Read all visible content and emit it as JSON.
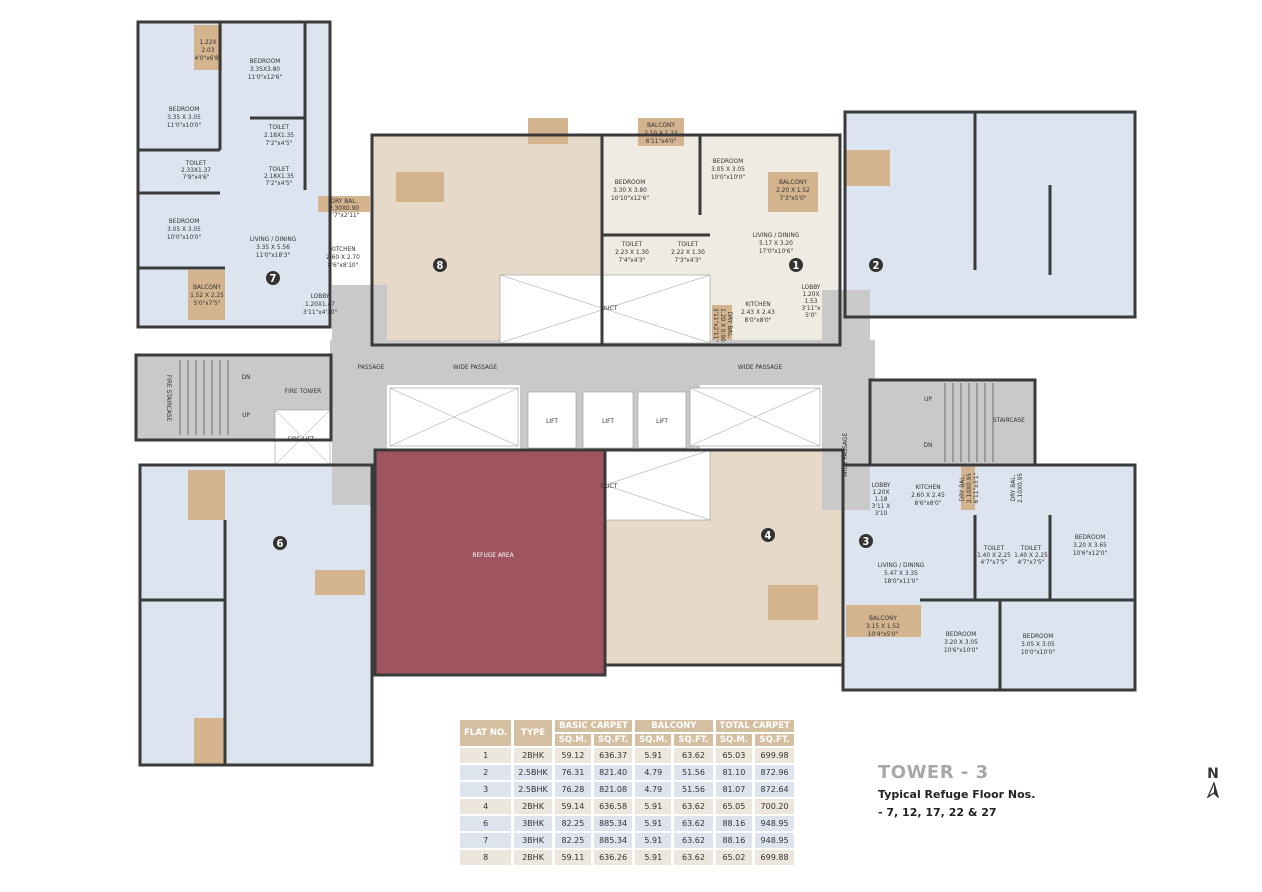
{
  "title": {
    "tower": "TOWER - 3",
    "subtitle": "Typical Refuge Floor Nos.",
    "floors": "- 7, 12, 17, 22 & 27"
  },
  "north": "N",
  "colors": {
    "blue_flat": "#dce5ef",
    "beige_flat": "#e6d9c8",
    "cream_flat": "#efebe3",
    "balcony": "#d3b48e",
    "passage": "#c9c9c9",
    "refuge": "#9e5560",
    "wall": "#3a3a3a"
  },
  "flats": {
    "f7": {
      "badge": "7",
      "store": [
        "1.22X",
        "2.03",
        "4'0\"x6'8\""
      ],
      "bed1": [
        "BEDROOM",
        "3.35X3.80",
        "11'0\"x12'6\""
      ],
      "bed2": [
        "BEDROOM",
        "3.35 X 3.05",
        "11'0\"x10'0\""
      ],
      "toilet1": [
        "TOILET",
        "2.33X1.37",
        "7'9\"x4'6\""
      ],
      "toilet2": [
        "TOILET",
        "2.18X1.35",
        "7'2\"x4'5\""
      ],
      "toilet3": [
        "TOILET",
        "2.18X1.35",
        "7'2\"x4'5\""
      ],
      "bed3": [
        "BEDROOM",
        "3.05 X 3.05",
        "10'0\"x10'0\""
      ],
      "drybal": [
        "DRY BAL.",
        "2.30X0.90",
        "7'7\"x2'11\""
      ],
      "living": [
        "LIVING / DINING",
        "3.35 X 5.56",
        "11'0\"x18'3\""
      ],
      "kitchen": [
        "KITCHEN",
        "2.60 X 2.70",
        "8'6\"x8'10\""
      ],
      "balcony": [
        "BALCONY",
        "1.52 X 2.25",
        "5'0\"x7'5\""
      ],
      "lobby": [
        "LOBBY",
        "1.20X1.47",
        "3'11\"x4'10\""
      ]
    },
    "f8": {
      "badge": "8"
    },
    "f1": {
      "badge": "1",
      "balcony1": [
        "BALCONY",
        "2.10 X 1.22",
        "6'11\"x4'0\""
      ],
      "bed1": [
        "BEDROOM",
        "3.05 X 3.05",
        "10'0\"x10'0\""
      ],
      "bed2": [
        "BEDROOM",
        "3.30 X 3.80",
        "10'10\"x12'6\""
      ],
      "balcony2": [
        "BALCONY",
        "2.20 X 1.52",
        "7'3\"x5'0\""
      ],
      "toilet1": [
        "TOILET",
        "2.23 X 1.30",
        "7'4\"x4'3\""
      ],
      "toilet2": [
        "TOILET",
        "2.22 X 1.30",
        "7'3\"x4'3\""
      ],
      "living": [
        "LIVING / DINING",
        "5.17 X 3.20",
        "17'0\"x10'6\""
      ],
      "kitchen": [
        "KITCHEN",
        "2.43 X 2.43",
        "8'0\"x8'0\""
      ],
      "lobby": [
        "LOBBY",
        "1.20X",
        "1.53",
        "3'11\"x",
        "5'0\""
      ],
      "drybal": [
        "DRY BAL.",
        "1.20 X 0.90",
        "3'11\"x2'11\""
      ]
    },
    "f2": {
      "badge": "2"
    },
    "f3": {
      "badge": "3",
      "lobby": [
        "LOBBY",
        "1.20X",
        "1.18",
        "3'11 X",
        "3'10"
      ],
      "kitchen": [
        "KITCHEN",
        "2.60 X 2.45",
        "8'6\"x8'0\""
      ],
      "drybal1": [
        "DRY BAL.",
        "2.10X0.95",
        "6'11\"x3'1\""
      ],
      "drybal2": [
        "DRY BAL.",
        "2.10X0.95"
      ],
      "toilet1": [
        "TOILET",
        "1.40 X 2.25",
        "4'7\"x7'5\""
      ],
      "toilet2": [
        "TOILET",
        "1.40 X 2.25",
        "4'7\"x7'5\""
      ],
      "bed1": [
        "BEDROOM",
        "3.20 X 3.65",
        "10'6\"x12'0\""
      ],
      "living": [
        "LIVING / DINING",
        "5.47 X 3.35",
        "18'0\"x11'0\""
      ],
      "balcony": [
        "BALCONY",
        "3.15 X 1.52",
        "10'4\"x5'0\""
      ],
      "bed2": [
        "BEDROOM",
        "3.20 X 3.05",
        "10'6\"x10'0\""
      ],
      "bed3": [
        "BEDROOM",
        "3.05 X 3.05",
        "10'0\"x10'0\""
      ]
    },
    "f4": {
      "badge": "4"
    },
    "f6": {
      "badge": "6"
    }
  },
  "common": {
    "passage": "PASSAGE",
    "wide_passage": "WIDE PASSAGE",
    "fire_staircase": "FIRE STAIRCASE",
    "dn": "DN",
    "up": "UP",
    "fire_tower": "FIRE TOWER",
    "fire_lift": "FIRE LIFT",
    "lift": "LIFT",
    "duct": "DUCT",
    "refuge": "REFUGE AREA",
    "staircase": "STAIRCASE"
  },
  "table": {
    "headers": {
      "flat_no": "FLAT NO.",
      "type": "TYPE",
      "basic": "BASIC CARPET",
      "balcony": "BALCONY",
      "total": "TOTAL CARPET",
      "sqm": "SQ.M.",
      "sqft": "SQ.FT."
    },
    "rows": [
      {
        "flat": "1",
        "type": "2BHK",
        "basic_sqm": "59.12",
        "basic_sqft": "636.37",
        "bal_sqm": "5.91",
        "bal_sqft": "63.62",
        "total_sqm": "65.03",
        "total_sqft": "699.98"
      },
      {
        "flat": "2",
        "type": "2.5BHK",
        "basic_sqm": "76.31",
        "basic_sqft": "821.40",
        "bal_sqm": "4.79",
        "bal_sqft": "51.56",
        "total_sqm": "81.10",
        "total_sqft": "872.96"
      },
      {
        "flat": "3",
        "type": "2.5BHK",
        "basic_sqm": "76.28",
        "basic_sqft": "821.08",
        "bal_sqm": "4.79",
        "bal_sqft": "51.56",
        "total_sqm": "81.07",
        "total_sqft": "872.64"
      },
      {
        "flat": "4",
        "type": "2BHK",
        "basic_sqm": "59.14",
        "basic_sqft": "636.58",
        "bal_sqm": "5.91",
        "bal_sqft": "63.62",
        "total_sqm": "65.05",
        "total_sqft": "700.20"
      },
      {
        "flat": "6",
        "type": "3BHK",
        "basic_sqm": "82.25",
        "basic_sqft": "885.34",
        "bal_sqm": "5.91",
        "bal_sqft": "63.62",
        "total_sqm": "88.16",
        "total_sqft": "948.95"
      },
      {
        "flat": "7",
        "type": "3BHK",
        "basic_sqm": "82.25",
        "basic_sqft": "885.34",
        "bal_sqm": "5.91",
        "bal_sqft": "63.62",
        "total_sqm": "88.16",
        "total_sqft": "948.95"
      },
      {
        "flat": "8",
        "type": "2BHK",
        "basic_sqm": "59.11",
        "basic_sqft": "636.26",
        "bal_sqm": "5.91",
        "bal_sqft": "63.62",
        "total_sqm": "65.02",
        "total_sqft": "699.88"
      }
    ]
  }
}
